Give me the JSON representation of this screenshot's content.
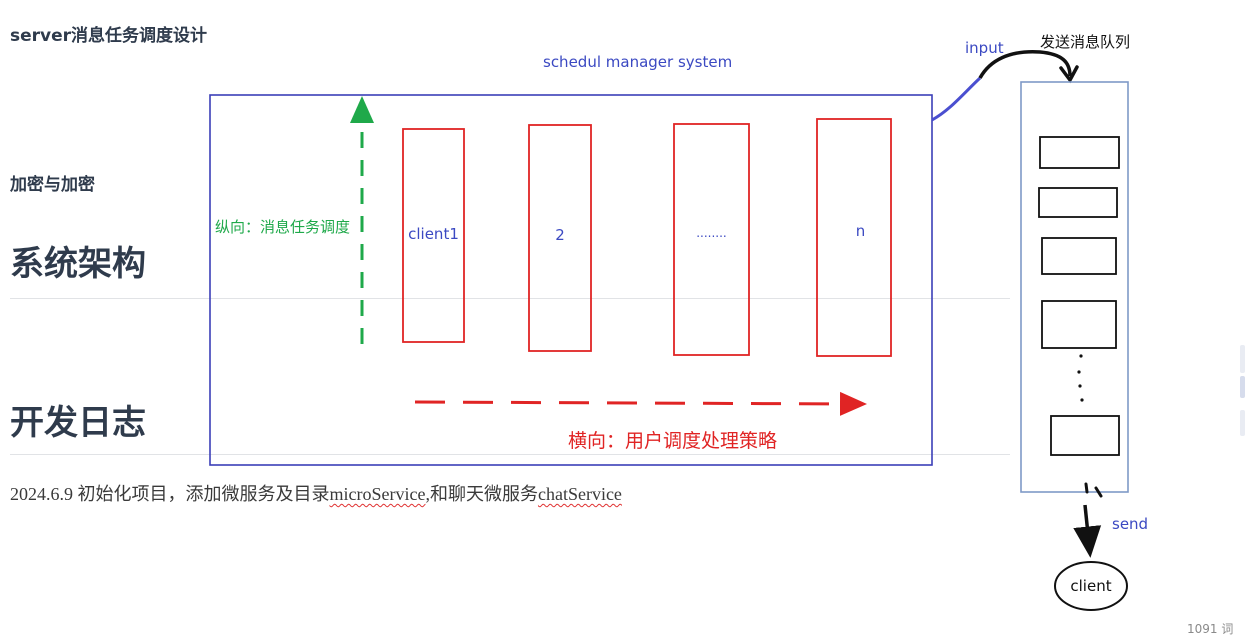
{
  "doc": {
    "section_server": "server消息任务调度设计",
    "section_crypto": "加密与加密",
    "section_arch": "系统架构",
    "section_devlog": "开发日志",
    "log_entry": {
      "prefix": "2024.6.9 初始化项目，添加微服务及目录",
      "word1": "microService",
      "middle": ",和聊天微服务",
      "word2": "chatService"
    },
    "word_count": "1091 词"
  },
  "diagram": {
    "system_title": "schedul manager  system",
    "vertical_label": "纵向：消息任务调度",
    "horizontal_label": "横向：用户调度处理策略",
    "columns": [
      "client1",
      "2",
      "........",
      "n"
    ],
    "input_label": "input",
    "queue_label": "发送消息队列",
    "send_label": "send",
    "client_label": "client",
    "colors": {
      "system_border": "#3b3fb8",
      "column_border": "#e02424",
      "vertical_arrow": "#1fa94a",
      "horizontal_arrow": "#e02424",
      "queue_border": "#7f99c7",
      "ink": "#111111"
    }
  }
}
